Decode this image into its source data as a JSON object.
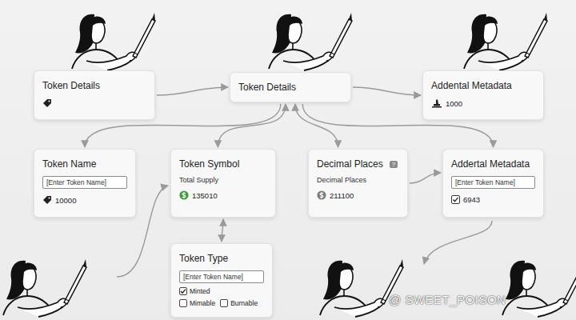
{
  "diagram": {
    "nodes": [
      {
        "text": [
          "Token Details"
        ]
      },
      {
        "text": [
          "Token Details"
        ]
      },
      {
        "text": [
          "Addental Metadata",
          "1000"
        ]
      },
      {
        "text": [
          "Token Name",
          "[Enter Token Name]",
          "10000"
        ]
      },
      {
        "text": [
          "Token Symbol",
          "Total Supply",
          "135010"
        ]
      },
      {
        "text": [
          "Decimal Places",
          "?",
          "Decimal Places",
          "211100"
        ]
      },
      {
        "text": [
          "Addertal Metadata",
          "[Enter Token Name]",
          "6943"
        ]
      },
      {
        "text": [
          "Token Type",
          "[Enter Token Name]",
          "Minted",
          "Mimable",
          "Burnable"
        ]
      }
    ],
    "edges": [
      {
        "from": 0,
        "to": 1,
        "arrow": "to"
      },
      {
        "from": 1,
        "to": 2,
        "arrow": "to"
      },
      {
        "from": 1,
        "to": 3,
        "arrow": "to"
      },
      {
        "from": 4,
        "to": 1,
        "arrow": "both"
      },
      {
        "from": 1,
        "to": 5,
        "arrow": "both"
      },
      {
        "from": 1,
        "to": 6,
        "arrow": "to"
      },
      {
        "from": 5,
        "to": 6,
        "arrow": "to"
      },
      {
        "from": 4,
        "to": 7,
        "arrow": "both"
      }
    ],
    "labels": [
      "@ SWEET_POISON"
    ]
  }
}
